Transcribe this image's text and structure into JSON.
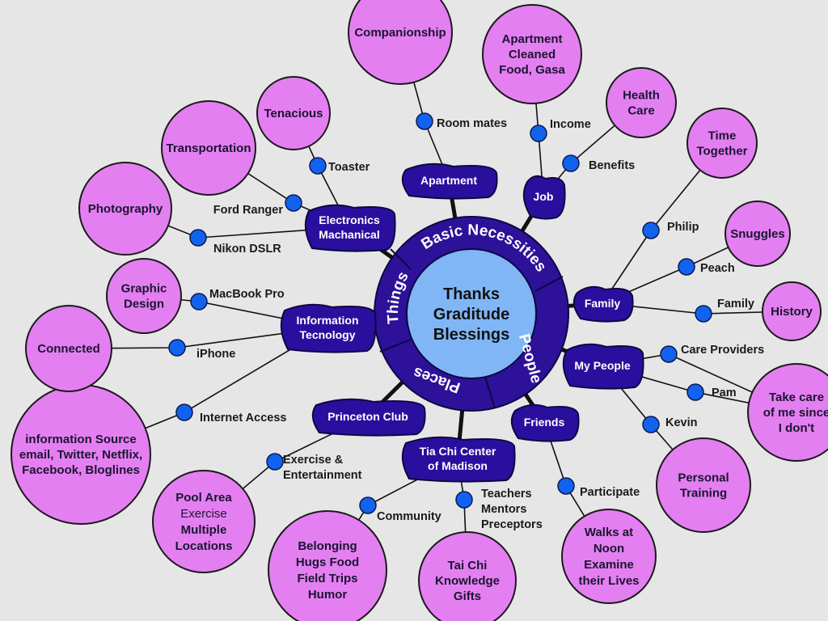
{
  "colors": {
    "background": "#e6e6e6",
    "bubble": "#e47ff2",
    "hub": "#2a0f9e",
    "center": "#80b6f6",
    "dot": "#1262f0"
  },
  "center": {
    "lines": [
      "Thanks",
      "Graditude",
      "Blessings"
    ]
  },
  "ring": [
    "Basic Necessities",
    "Things",
    "Places",
    "People"
  ],
  "hubs": [
    {
      "lines": [
        "Apartment"
      ]
    },
    {
      "lines": [
        "Job"
      ]
    },
    {
      "lines": [
        "Electronics",
        "Machanical"
      ]
    },
    {
      "lines": [
        "Information",
        "Tecnology"
      ]
    },
    {
      "lines": [
        "Family"
      ]
    },
    {
      "lines": [
        "My People"
      ]
    },
    {
      "lines": [
        "Friends"
      ]
    },
    {
      "lines": [
        "Princeton Club"
      ]
    },
    {
      "lines": [
        "Tia Chi Center",
        "of Madison"
      ]
    }
  ],
  "bubbles": [
    {
      "lines": [
        "Companionship"
      ]
    },
    {
      "lines": [
        "Apartment",
        "Cleaned",
        "Food, Gasa"
      ]
    },
    {
      "lines": [
        "Health",
        "Care"
      ]
    },
    {
      "lines": [
        "Time",
        "Together"
      ]
    },
    {
      "lines": [
        "Snuggles"
      ]
    },
    {
      "lines": [
        "History"
      ]
    },
    {
      "lines": [
        "Take care",
        "of me since",
        "I don't"
      ]
    },
    {
      "lines": [
        "Personal",
        "Training"
      ]
    },
    {
      "lines": [
        "Walks at",
        "Noon",
        "Examine",
        "their Lives"
      ]
    },
    {
      "lines": [
        "Tai Chi",
        "Knowledge",
        "Gifts"
      ]
    },
    {
      "lines": [
        "Belonging",
        "Hugs    Food",
        "Field Trips",
        "Humor"
      ]
    },
    {
      "lines": [
        "Pool Area",
        "Exercise",
        "Multiple",
        "Locations"
      ]
    },
    {
      "lines": [
        "information Source",
        "email, Twitter, Netflix,",
        "Facebook, Bloglines"
      ]
    },
    {
      "lines": [
        "Connected"
      ]
    },
    {
      "lines": [
        "Graphic",
        "Design"
      ]
    },
    {
      "lines": [
        "Photography"
      ]
    },
    {
      "lines": [
        "Transportation"
      ]
    },
    {
      "lines": [
        "Tenacious"
      ]
    }
  ],
  "leaves": [
    {
      "lines": [
        "Room mates"
      ]
    },
    {
      "lines": [
        "Income"
      ]
    },
    {
      "lines": [
        "Benefits"
      ]
    },
    {
      "lines": [
        "Toaster"
      ]
    },
    {
      "lines": [
        "Ford Ranger"
      ]
    },
    {
      "lines": [
        "Nikon DSLR"
      ]
    },
    {
      "lines": [
        "MacBook Pro"
      ]
    },
    {
      "lines": [
        "iPhone"
      ]
    },
    {
      "lines": [
        "Internet Access"
      ]
    },
    {
      "lines": [
        "Philip"
      ]
    },
    {
      "lines": [
        "Peach"
      ]
    },
    {
      "lines": [
        "Family"
      ]
    },
    {
      "lines": [
        "Care Providers"
      ]
    },
    {
      "lines": [
        "Pam"
      ]
    },
    {
      "lines": [
        "Kevin"
      ]
    },
    {
      "lines": [
        "Participate"
      ]
    },
    {
      "lines": [
        "Teachers",
        "Mentors",
        "Preceptors"
      ]
    },
    {
      "lines": [
        "Community"
      ]
    },
    {
      "lines": [
        "Exercise &",
        "Entertainment"
      ]
    }
  ]
}
